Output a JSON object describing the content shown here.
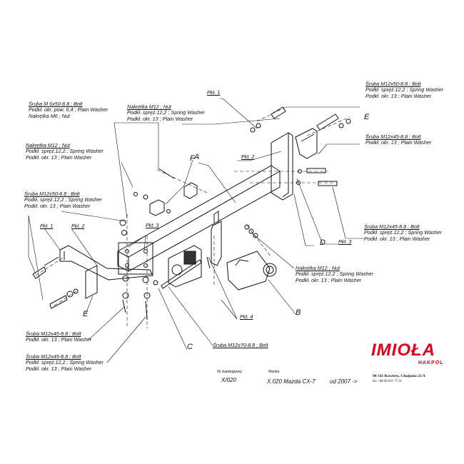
{
  "labels": {
    "bolt_m6": [
      "Śruba M 6x50-8.8 ; Bolt",
      "Podkł. okr. pow. 6,4 ; Plain Washer",
      "Nakrętka M6 ; Nut"
    ],
    "nut_m12_left": [
      "Nakrętka M12 ; Nut",
      "Podkł. spręż.12,2 ; Spring Washer",
      "Podkł. okr. 13 ; Plain Washer"
    ],
    "bolt_m12x50_left": [
      "Śruba M12x50-8.8 ; Bolt",
      "Podkł. spręż.12,2 ; Spring Washer",
      "Podkł. okr. 13 ; Plain Washer"
    ],
    "nut_m12_top": [
      "Nakrętka M12 ; Nut",
      "Podkł. spręż.12,2 ; Spring Washer",
      "Podkł. okr. 13 ; Plain Washer"
    ],
    "bolt_m12x50_right": [
      "Śruba M12x50-8.8 ; Bolt",
      "Podkł. spręż.12,2 ; Spring Washer",
      "Podkł. okr. 13 ; Plain Washer"
    ],
    "bolt_m12x45_right_top": [
      "Śruba M12x45-8.8 ; Bolt",
      "Podkł. okr. 13 ; Plain Washer"
    ],
    "bolt_m12x45_right_mid": [
      "Śruba M12x45-8.8 ; Bolt",
      "Podkł. spręż.12,2 ; Spring Washer",
      "Podkł. okr. 13 ; Plain Washer"
    ],
    "nut_m12_mid": [
      "Nakrętka M12 ; Nut",
      "Podkł. spręż.12,2 ; Spring Washer",
      "Podkł. okr. 13 ; Plain Washer"
    ],
    "bolt_m12x45_bl1": [
      "Śruba M12x45-8.8 ; Bolt",
      "Podkł. okr. 13 ; Plain Washer"
    ],
    "bolt_m12x45_bl2": [
      "Śruba M12x45-8.8 ; Bolt",
      "Podkł. spręż.12,2 ; Spring Washer",
      "Podkł. okr. 13 ; Plain Washer"
    ],
    "bolt_m12x70": "Śruba M12x70-8.8 ; Bolt"
  },
  "pkt": {
    "pkt1_top": "Pkt. 1",
    "pkt2_top": "Pkt. 2",
    "pkt3_right": "Pkt. 3",
    "pkt1_left": "Pkt. 1",
    "pkt2_left": "Pkt. 2",
    "pkt3_mid": "Pkt. 3",
    "pkt4": "Pkt. 4"
  },
  "letters": {
    "A": "A",
    "B": "B",
    "C": "C",
    "D": "D",
    "E_top": "E",
    "E_left": "E",
    "F": "F"
  },
  "footer": {
    "catalog_label": "Nr katalogowy",
    "catalog_value": "X/020",
    "brand_label": "Marka",
    "model": "X.020 Mazda CX-7",
    "year": "od 2007 ->",
    "company": "IMIOŁA",
    "company_sub": "HAKPOL",
    "address": "96-111 Kowiesy, Chojnata 23 A",
    "phone": "tel. +48 46 831 75 31"
  }
}
